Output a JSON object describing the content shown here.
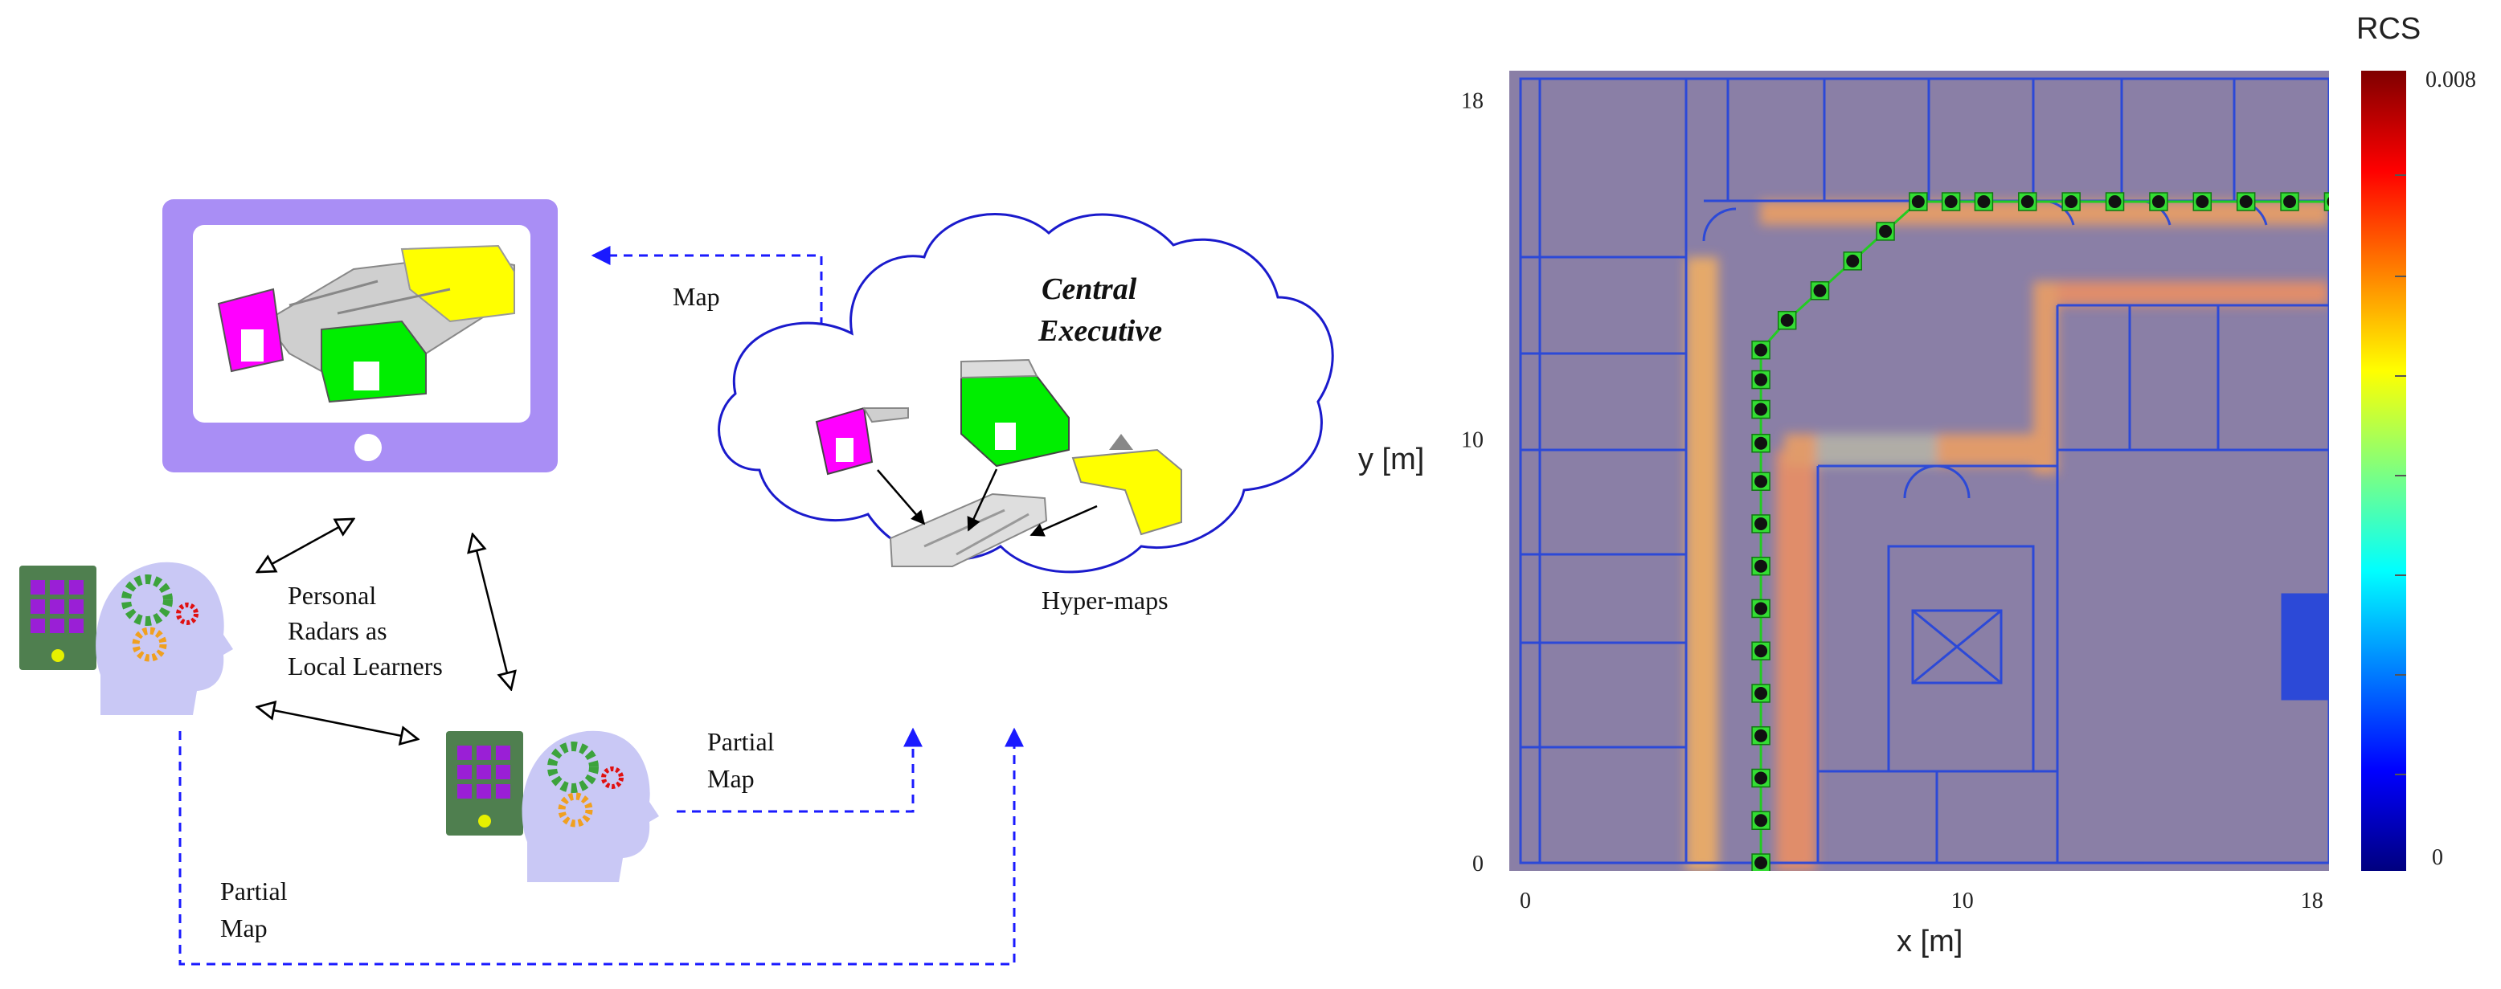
{
  "diagram": {
    "monitor_label": "Map",
    "cloud": {
      "title_line1": "Central",
      "title_line2": "Executive",
      "hypermaps_label": "Hyper-maps"
    },
    "personal_radars": {
      "line1": "Personal",
      "line2": "Radars as",
      "line3": "Local Learners"
    },
    "partial_map_right": {
      "line1": "Partial",
      "line2": "Map"
    },
    "partial_map_bottom": {
      "line1": "Partial",
      "line2": "Map"
    },
    "colors": {
      "arrow_blue": "#1a1aff",
      "monitor": "#a98ef5",
      "head": "#c9c8f5",
      "tablet": "#4f7f4f",
      "tablet_button": "#9a1fd6",
      "gear_green": "#3ca33c",
      "gear_orange": "#f0a020",
      "gear_red": "#e01010",
      "cloud_stroke": "#1a1acc",
      "room_magenta": "#ff00ff",
      "room_green": "#00ee00",
      "room_yellow": "#ffff00",
      "room_gray": "#c8c8c8"
    }
  },
  "chart_data": {
    "type": "heatmap",
    "xlabel": "x [m]",
    "ylabel": "y [m]",
    "x_ticks": [
      0,
      10,
      18
    ],
    "y_ticks": [
      0,
      10,
      18
    ],
    "xlim": [
      0,
      18.5
    ],
    "ylim": [
      0,
      18.5
    ],
    "colorbar": {
      "title": "RCS",
      "min": 0,
      "max": 0.008,
      "min_label": "0",
      "max_label": "0.008"
    },
    "trajectory": {
      "x": [
        5.5,
        5.5,
        5.5,
        5.5,
        5.5,
        5.5,
        5.5,
        5.5,
        5.5,
        5.5,
        5.5,
        5.5,
        5.5,
        5.5,
        6.1,
        6.85,
        7.6,
        8.35,
        9.1,
        9.85,
        10.6,
        11.6,
        12.6,
        13.6,
        14.6,
        15.6,
        16.6,
        17.6,
        18.6
      ],
      "y": [
        0.0,
        1.0,
        2.0,
        3.0,
        4.0,
        5.0,
        6.0,
        7.0,
        8.0,
        9.0,
        9.9,
        10.7,
        11.4,
        12.1,
        12.8,
        13.5,
        14.2,
        14.9,
        15.6,
        15.6,
        15.6,
        15.6,
        15.6,
        15.6,
        15.6,
        15.6,
        15.6,
        15.6,
        15.6
      ]
    }
  }
}
